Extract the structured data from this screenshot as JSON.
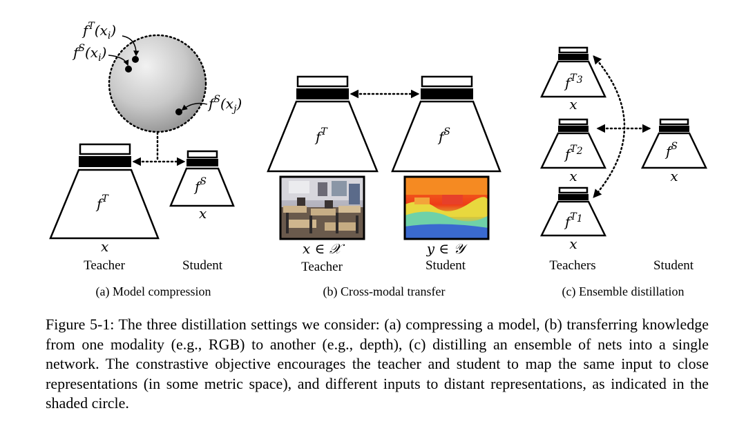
{
  "panel_a": {
    "teacher_f": "f",
    "teacher_sup": "T",
    "student_f": "f",
    "student_sup": "S",
    "teacher_input": "x",
    "student_input": "x",
    "teacher_label": "Teacher",
    "student_label": "Student",
    "caption": "(a) Model compression",
    "circle_labels": [
      "f^T(x_i)",
      "f^S(x_i)",
      "f^S(x_j)"
    ]
  },
  "panel_b": {
    "teacher_f": "f",
    "teacher_sup": "T",
    "student_f": "f",
    "student_sup": "S",
    "teacher_input": "x ∈ 𝒳",
    "student_input": "y ∈ 𝒴",
    "teacher_label": "Teacher",
    "student_label": "Student",
    "caption": "(b) Cross-modal transfer"
  },
  "panel_c": {
    "teachers": [
      {
        "f": "f",
        "sup": "T",
        "sub": "3",
        "input": "x"
      },
      {
        "f": "f",
        "sup": "T",
        "sub": "2",
        "input": "x"
      },
      {
        "f": "f",
        "sup": "T",
        "sub": "1",
        "input": "x"
      }
    ],
    "student_f": "f",
    "student_sup": "S",
    "student_input": "x",
    "teachers_label": "Teachers",
    "student_label": "Student",
    "caption": "(c) Ensemble distillation"
  },
  "figure_caption": "Figure 5-1: The three distillation settings we consider: (a) compressing a model, (b) transferring knowledge from one modality (e.g., RGB) to another (e.g., depth), (c) distilling an ensemble of nets into a single network. The constrastive objective encourages the teacher and student to map the same input to close representations (in some metric space), and different inputs to distant representations, as indicated in the shaded circle."
}
